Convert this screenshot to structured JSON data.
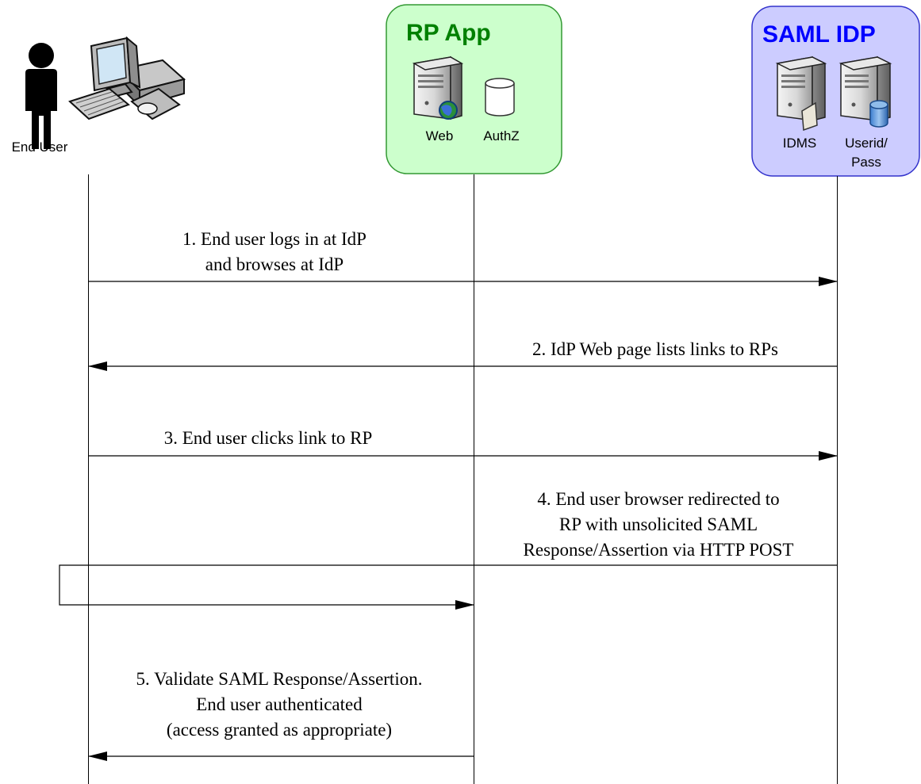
{
  "actors": {
    "end_user": {
      "label": "End User"
    },
    "rp_app": {
      "title": "RP App",
      "web_label": "Web",
      "authz_label": "AuthZ",
      "title_color": "#008000",
      "box_fill": "#ccffcc",
      "box_stroke": "#339933"
    },
    "saml_idp": {
      "title": "SAML IDP",
      "idms_label": "IDMS",
      "userid_label_line1": "Userid/",
      "userid_label_line2": "Pass",
      "title_color": "#0000ff",
      "box_fill": "#ccccff",
      "box_stroke": "#3333cc"
    }
  },
  "messages": [
    {
      "lines": [
        "1. End user logs in at IdP",
        "and browses at IdP"
      ],
      "from": "end_user",
      "to": "saml_idp"
    },
    {
      "lines": [
        "2. IdP Web page lists links to RPs"
      ],
      "from": "saml_idp",
      "to": "end_user"
    },
    {
      "lines": [
        "3. End user clicks link to RP"
      ],
      "from": "end_user",
      "to": "saml_idp"
    },
    {
      "lines": [
        "4. End user browser redirected to",
        "RP with unsolicited SAML",
        "Response/Assertion via HTTP POST"
      ],
      "from": "saml_idp",
      "to": "rp_app",
      "via": "end_user"
    },
    {
      "lines": [
        "5. Validate SAML Response/Assertion.",
        "End user authenticated",
        "(access granted as appropriate)"
      ],
      "from": "rp_app",
      "to": "end_user"
    }
  ]
}
